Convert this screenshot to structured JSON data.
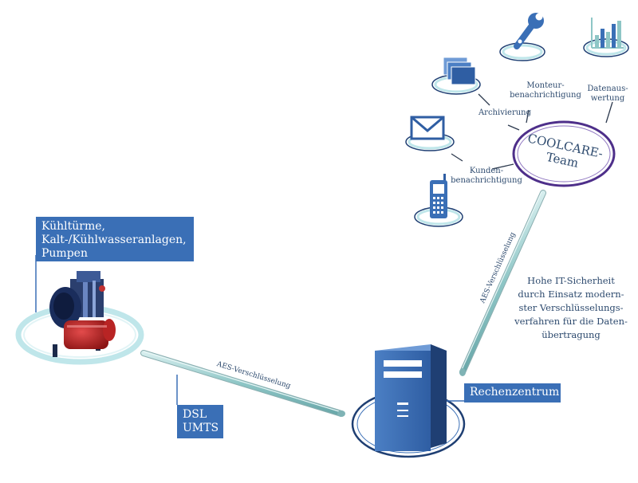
{
  "plant": {
    "label_lines": [
      "Kühltürme,",
      "Kalt-/Kühlwasseranlagen,",
      "Pumpen"
    ]
  },
  "connection": {
    "lines": [
      "DSL",
      "UMTS"
    ]
  },
  "encryption": {
    "link1": "AES-Verschlüsselung",
    "link2": "AES-Verschlüsselung"
  },
  "datacenter": {
    "label": "Rechenzentrum"
  },
  "security_note": {
    "lines": [
      "Hohe IT-Sicherheit",
      "durch Einsatz modern-",
      "ster Verschlüsselungs-",
      "verfahren für die Daten-",
      "übertragung"
    ]
  },
  "team": {
    "lines": [
      "COOLCARE-",
      "Team"
    ]
  },
  "services": {
    "archive": "Archivierung",
    "technician": [
      "Monteur-",
      "benachrichtigung"
    ],
    "analysis": [
      "Datenaus-",
      "wertung"
    ],
    "customer": [
      "Kunden-",
      "benachrichtigung"
    ]
  },
  "colors": {
    "accent_blue": "#3a6fb6",
    "dark_blue": "#1f3f73",
    "teal": "#9fd3d3",
    "ring": "#bfe6ea",
    "team_ring": "#4e2f8a",
    "text": "#2d4a6e"
  },
  "icons": [
    "cooling-plant-icon",
    "server-tower-icon",
    "folders-icon",
    "wrench-icon",
    "bar-chart-icon",
    "envelope-icon",
    "mobile-phone-icon"
  ]
}
